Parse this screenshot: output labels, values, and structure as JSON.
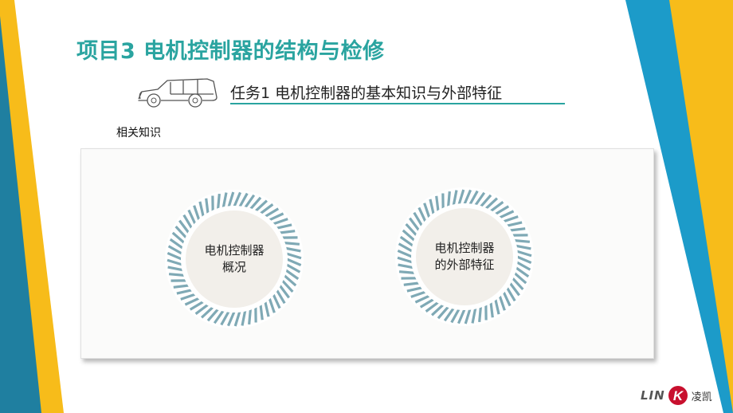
{
  "header": {
    "title": "项目3  电机控制器的结构与检修",
    "subtitle": "任务1  电机控制器的基本知识与外部特征"
  },
  "section": {
    "label": "相关知识"
  },
  "topics": [
    {
      "line1": "电机控制器",
      "line2": "概况"
    },
    {
      "line1": "电机控制器",
      "line2": "的外部特征"
    }
  ],
  "logo": {
    "latin": "LIN",
    "letter": "K",
    "chinese": "凌凯"
  },
  "colors": {
    "teal": "#2aa4a0",
    "blue": "#1f7fa0",
    "yellow": "#f7bc1a",
    "stripe": "#7fa9b5",
    "logo_red": "#c8102e"
  }
}
